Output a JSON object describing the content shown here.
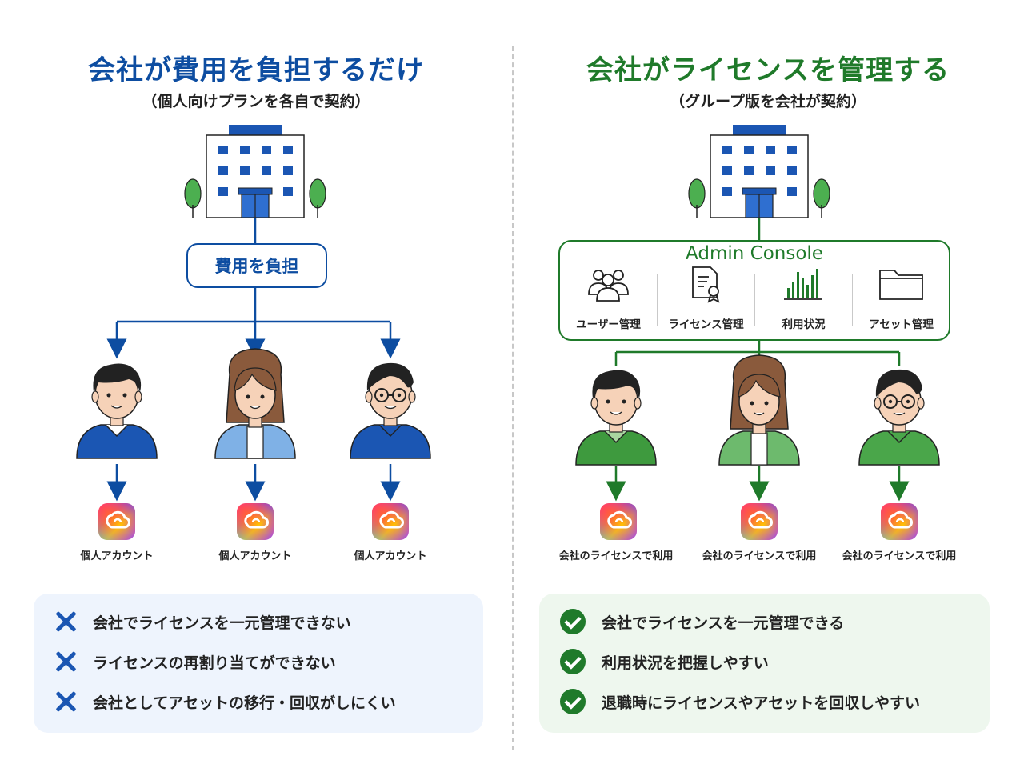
{
  "left": {
    "title": "会社が費用を負担するだけ",
    "subtitle": "（個人向けプランを各自で契約）",
    "burden_label": "費用を負担",
    "account_labels": [
      "個人アカウント",
      "個人アカウント",
      "個人アカウント"
    ],
    "cons": [
      "会社でライセンスを一元管理できない",
      "ライセンスの再割り当てができない",
      "会社としてアセットの移行・回収がしにくい"
    ]
  },
  "right": {
    "title": "会社がライセンスを管理する",
    "subtitle": "（グループ版を会社が契約）",
    "admin_console": {
      "title": "Admin Console",
      "items": [
        {
          "icon": "users-icon",
          "label": "ユーザー管理"
        },
        {
          "icon": "license-certificate-icon",
          "label": "ライセンス管理"
        },
        {
          "icon": "bar-chart-icon",
          "label": "利用状況"
        },
        {
          "icon": "folder-icon",
          "label": "アセット管理"
        }
      ]
    },
    "account_labels": [
      "会社のライセンスで利用",
      "会社のライセンスで利用",
      "会社のライセンスで利用"
    ],
    "pros": [
      "会社でライセンスを一元管理できる",
      "利用状況を把握しやすい",
      "退職時にライセンスやアセットを回収しやすい"
    ]
  },
  "colors": {
    "left_accent": "#0d4da1",
    "right_accent": "#1f7a2a",
    "left_panel_bg": "#eef4fd",
    "right_panel_bg": "#eef7ee"
  }
}
